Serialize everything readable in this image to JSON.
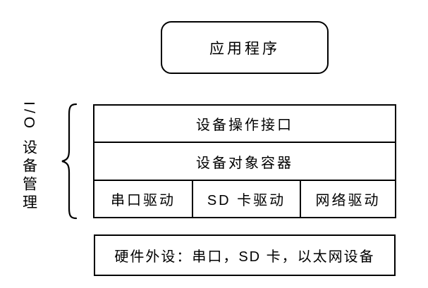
{
  "colors": {
    "line": "#000000",
    "text": "#000000",
    "background": "#ffffff"
  },
  "top_box": {
    "label": "应用程序"
  },
  "group": {
    "side_label": "I/O 设备管理",
    "layers": [
      {
        "label": "设备操作接口"
      },
      {
        "label": "设备对象容器"
      }
    ],
    "drivers": [
      {
        "label": "串口驱动"
      },
      {
        "label": "SD 卡驱动"
      },
      {
        "label": "网络驱动"
      }
    ]
  },
  "hardware_box": {
    "label": "硬件外设：串口，SD 卡，以太网设备"
  }
}
